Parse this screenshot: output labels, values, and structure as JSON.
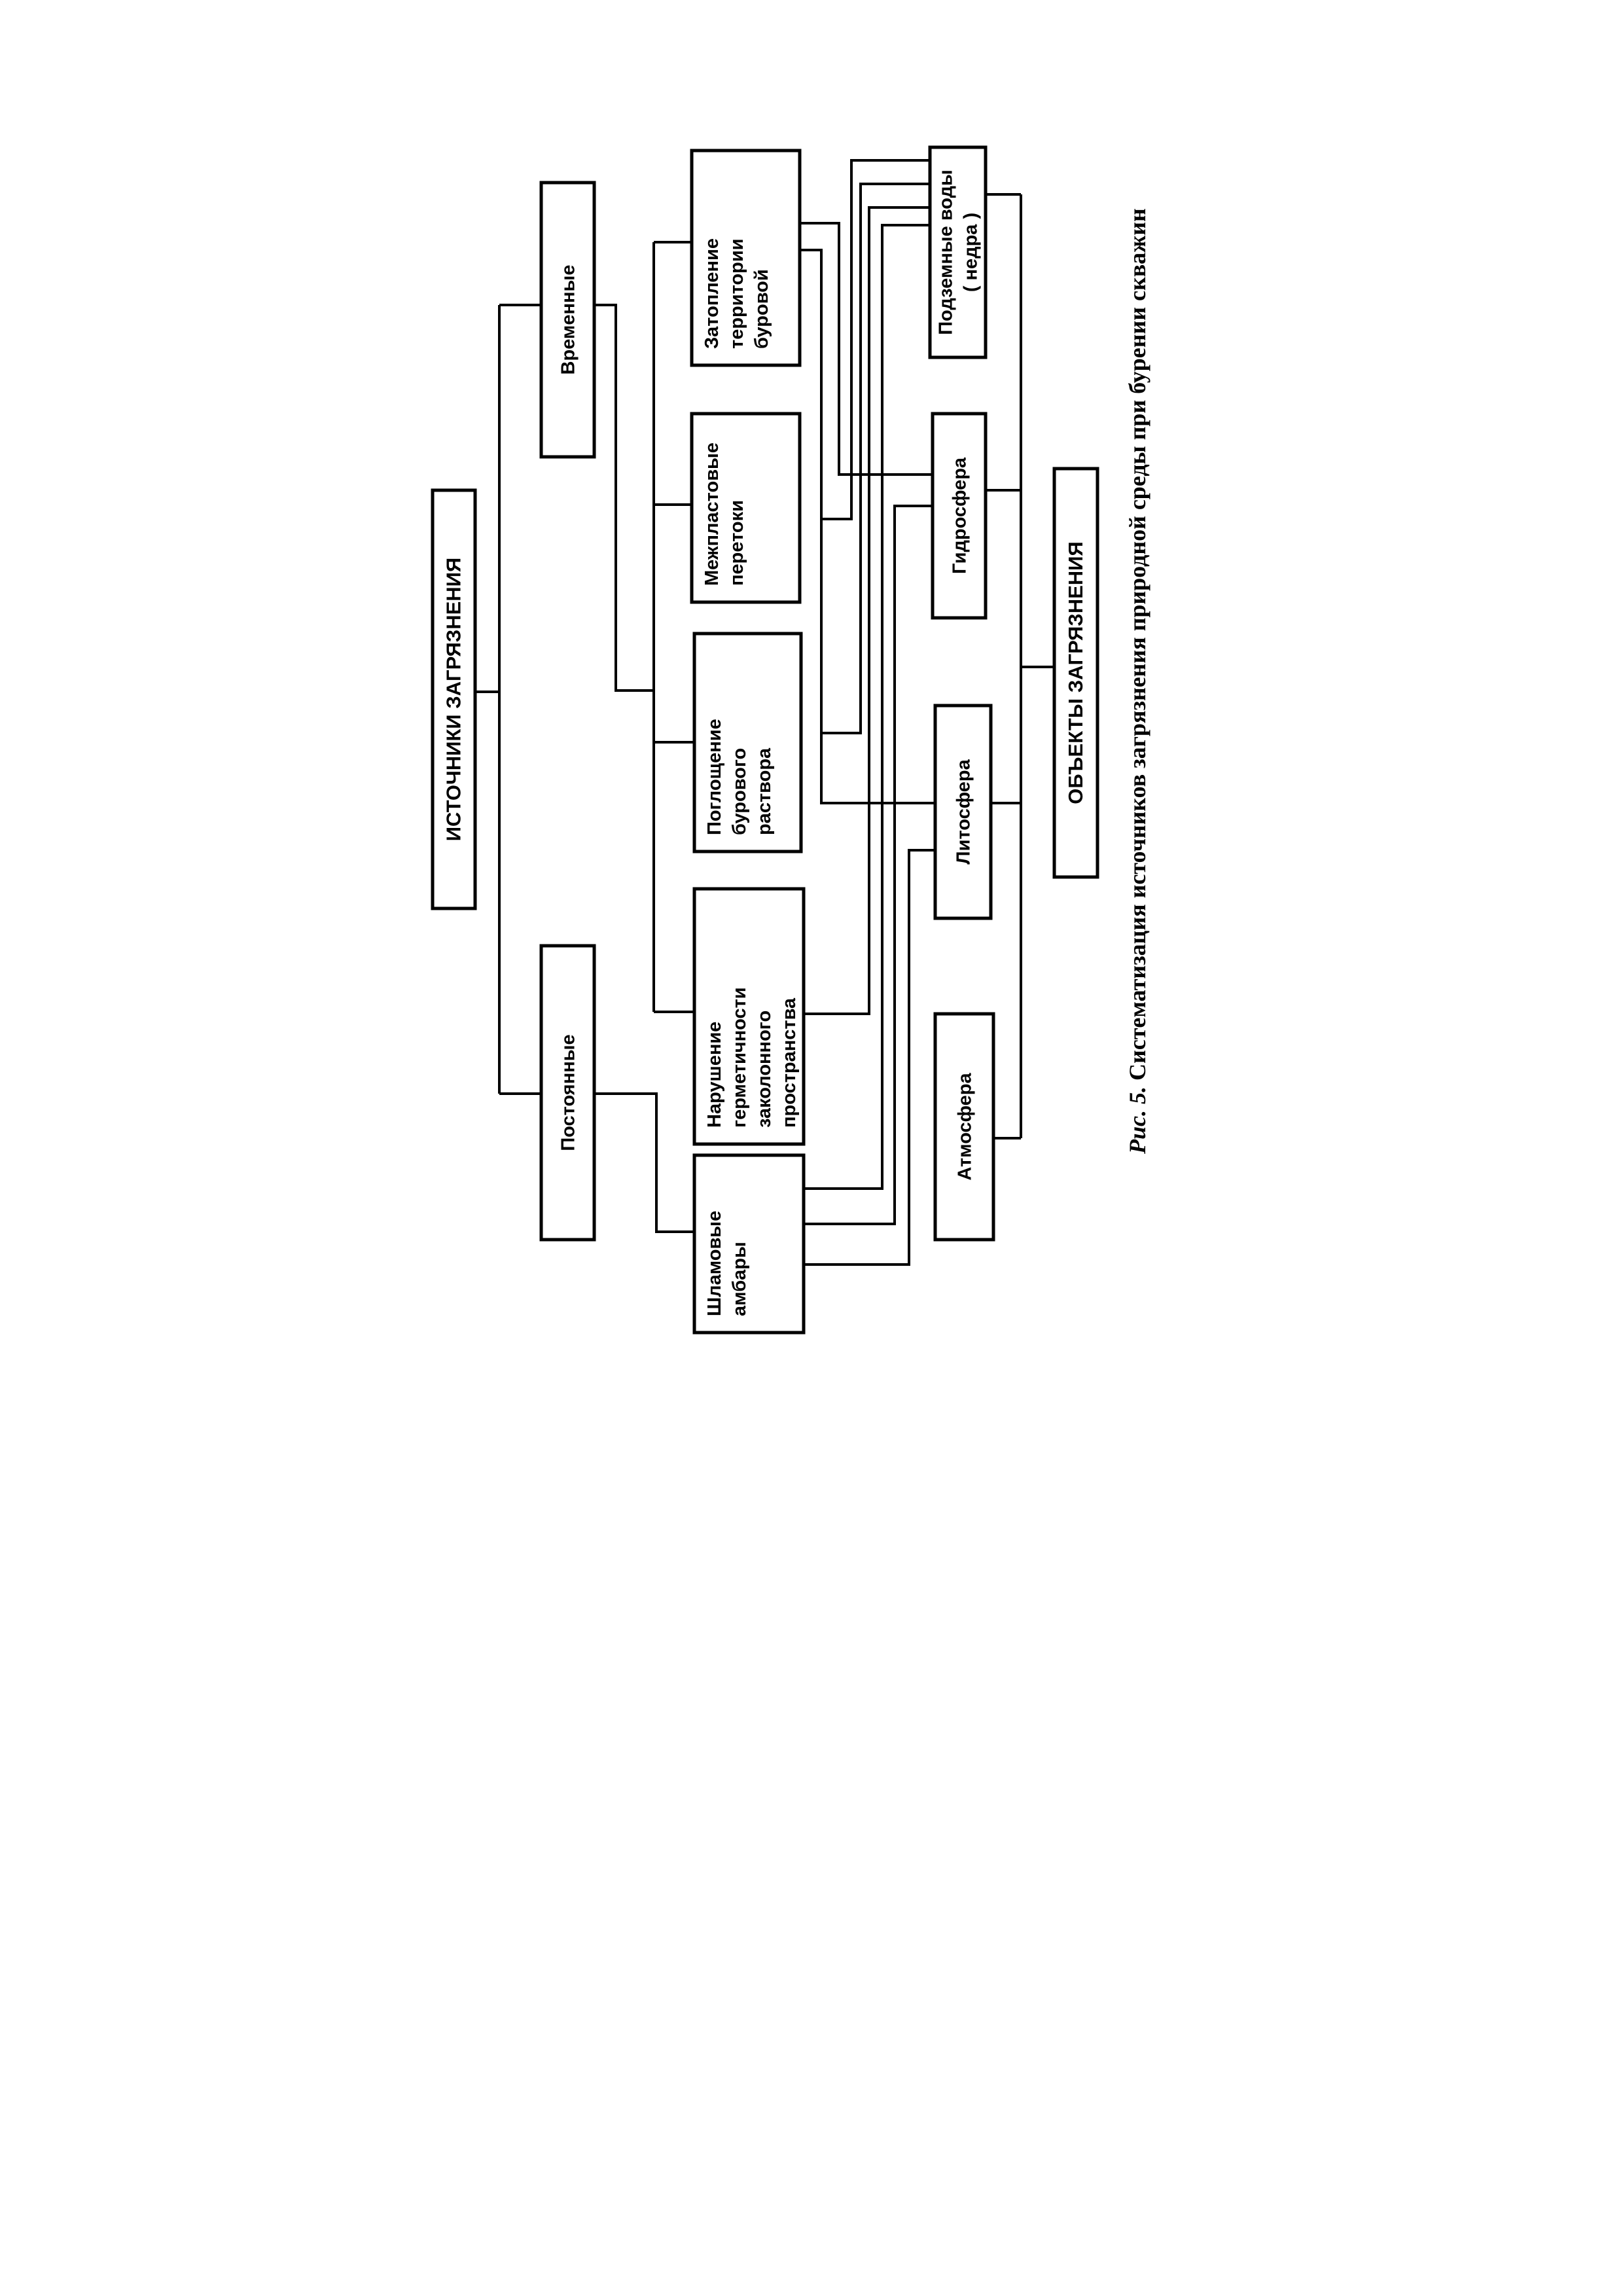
{
  "sources_title": "ИСТОЧНИКИ ЗАГРЯЗНЕНИЯ",
  "source_types": {
    "temporary": [
      "Временные"
    ],
    "permanent": [
      "Постоянные"
    ]
  },
  "sources": {
    "flooding": [
      "Затопление",
      "территории",
      "буровой"
    ],
    "crossflows": [
      "Межпластовые",
      "перетоки"
    ],
    "mud_loss": [
      "Поглощение",
      "бурового",
      "раствора"
    ],
    "annulus": [
      "Нарушение",
      "герметичности",
      "заколонного",
      "пространства"
    ],
    "sludge_pits": [
      "Шламовые",
      "амбары"
    ]
  },
  "objects": {
    "groundwater": [
      "Подземные воды",
      "( недра )"
    ],
    "hydrosphere": [
      "Гидросфера"
    ],
    "lithosphere": [
      "Литосфера"
    ],
    "atmosphere": [
      "Атмосфера"
    ]
  },
  "objects_title": "ОБЪЕКТЫ ЗАГРЯЗНЕНИЯ",
  "caption": {
    "label": "Рис. 5.",
    "text": " Систематизация источников загрязнения природной среды при бурении скважин"
  }
}
